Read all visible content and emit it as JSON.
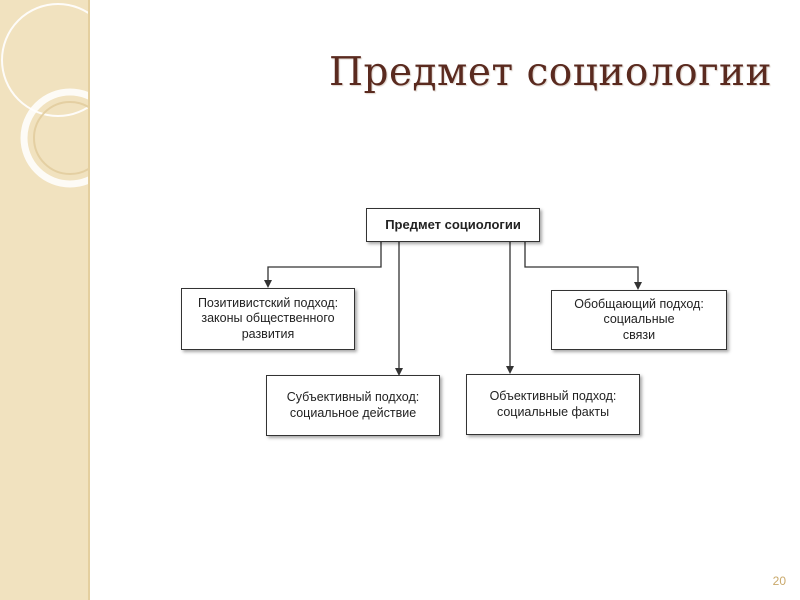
{
  "slide": {
    "title": "Предмет социологии",
    "page_number": "20"
  },
  "diagram": {
    "root": "Предмет социологии",
    "nodes": {
      "positivist": "Позитивистский подход:\nзаконы общественного\nразвития",
      "subjective": "Субъективный подход:\nсоциальное действие",
      "objective": "Объективный подход:\nсоциальные факты",
      "generalizing": "Обобщающий подход:\nсоциальные\nсвязи"
    }
  },
  "colors": {
    "sidebar": "#f1e2bf",
    "title": "#5a2a1f",
    "page_number": "#c9a86a",
    "line": "#333333"
  }
}
